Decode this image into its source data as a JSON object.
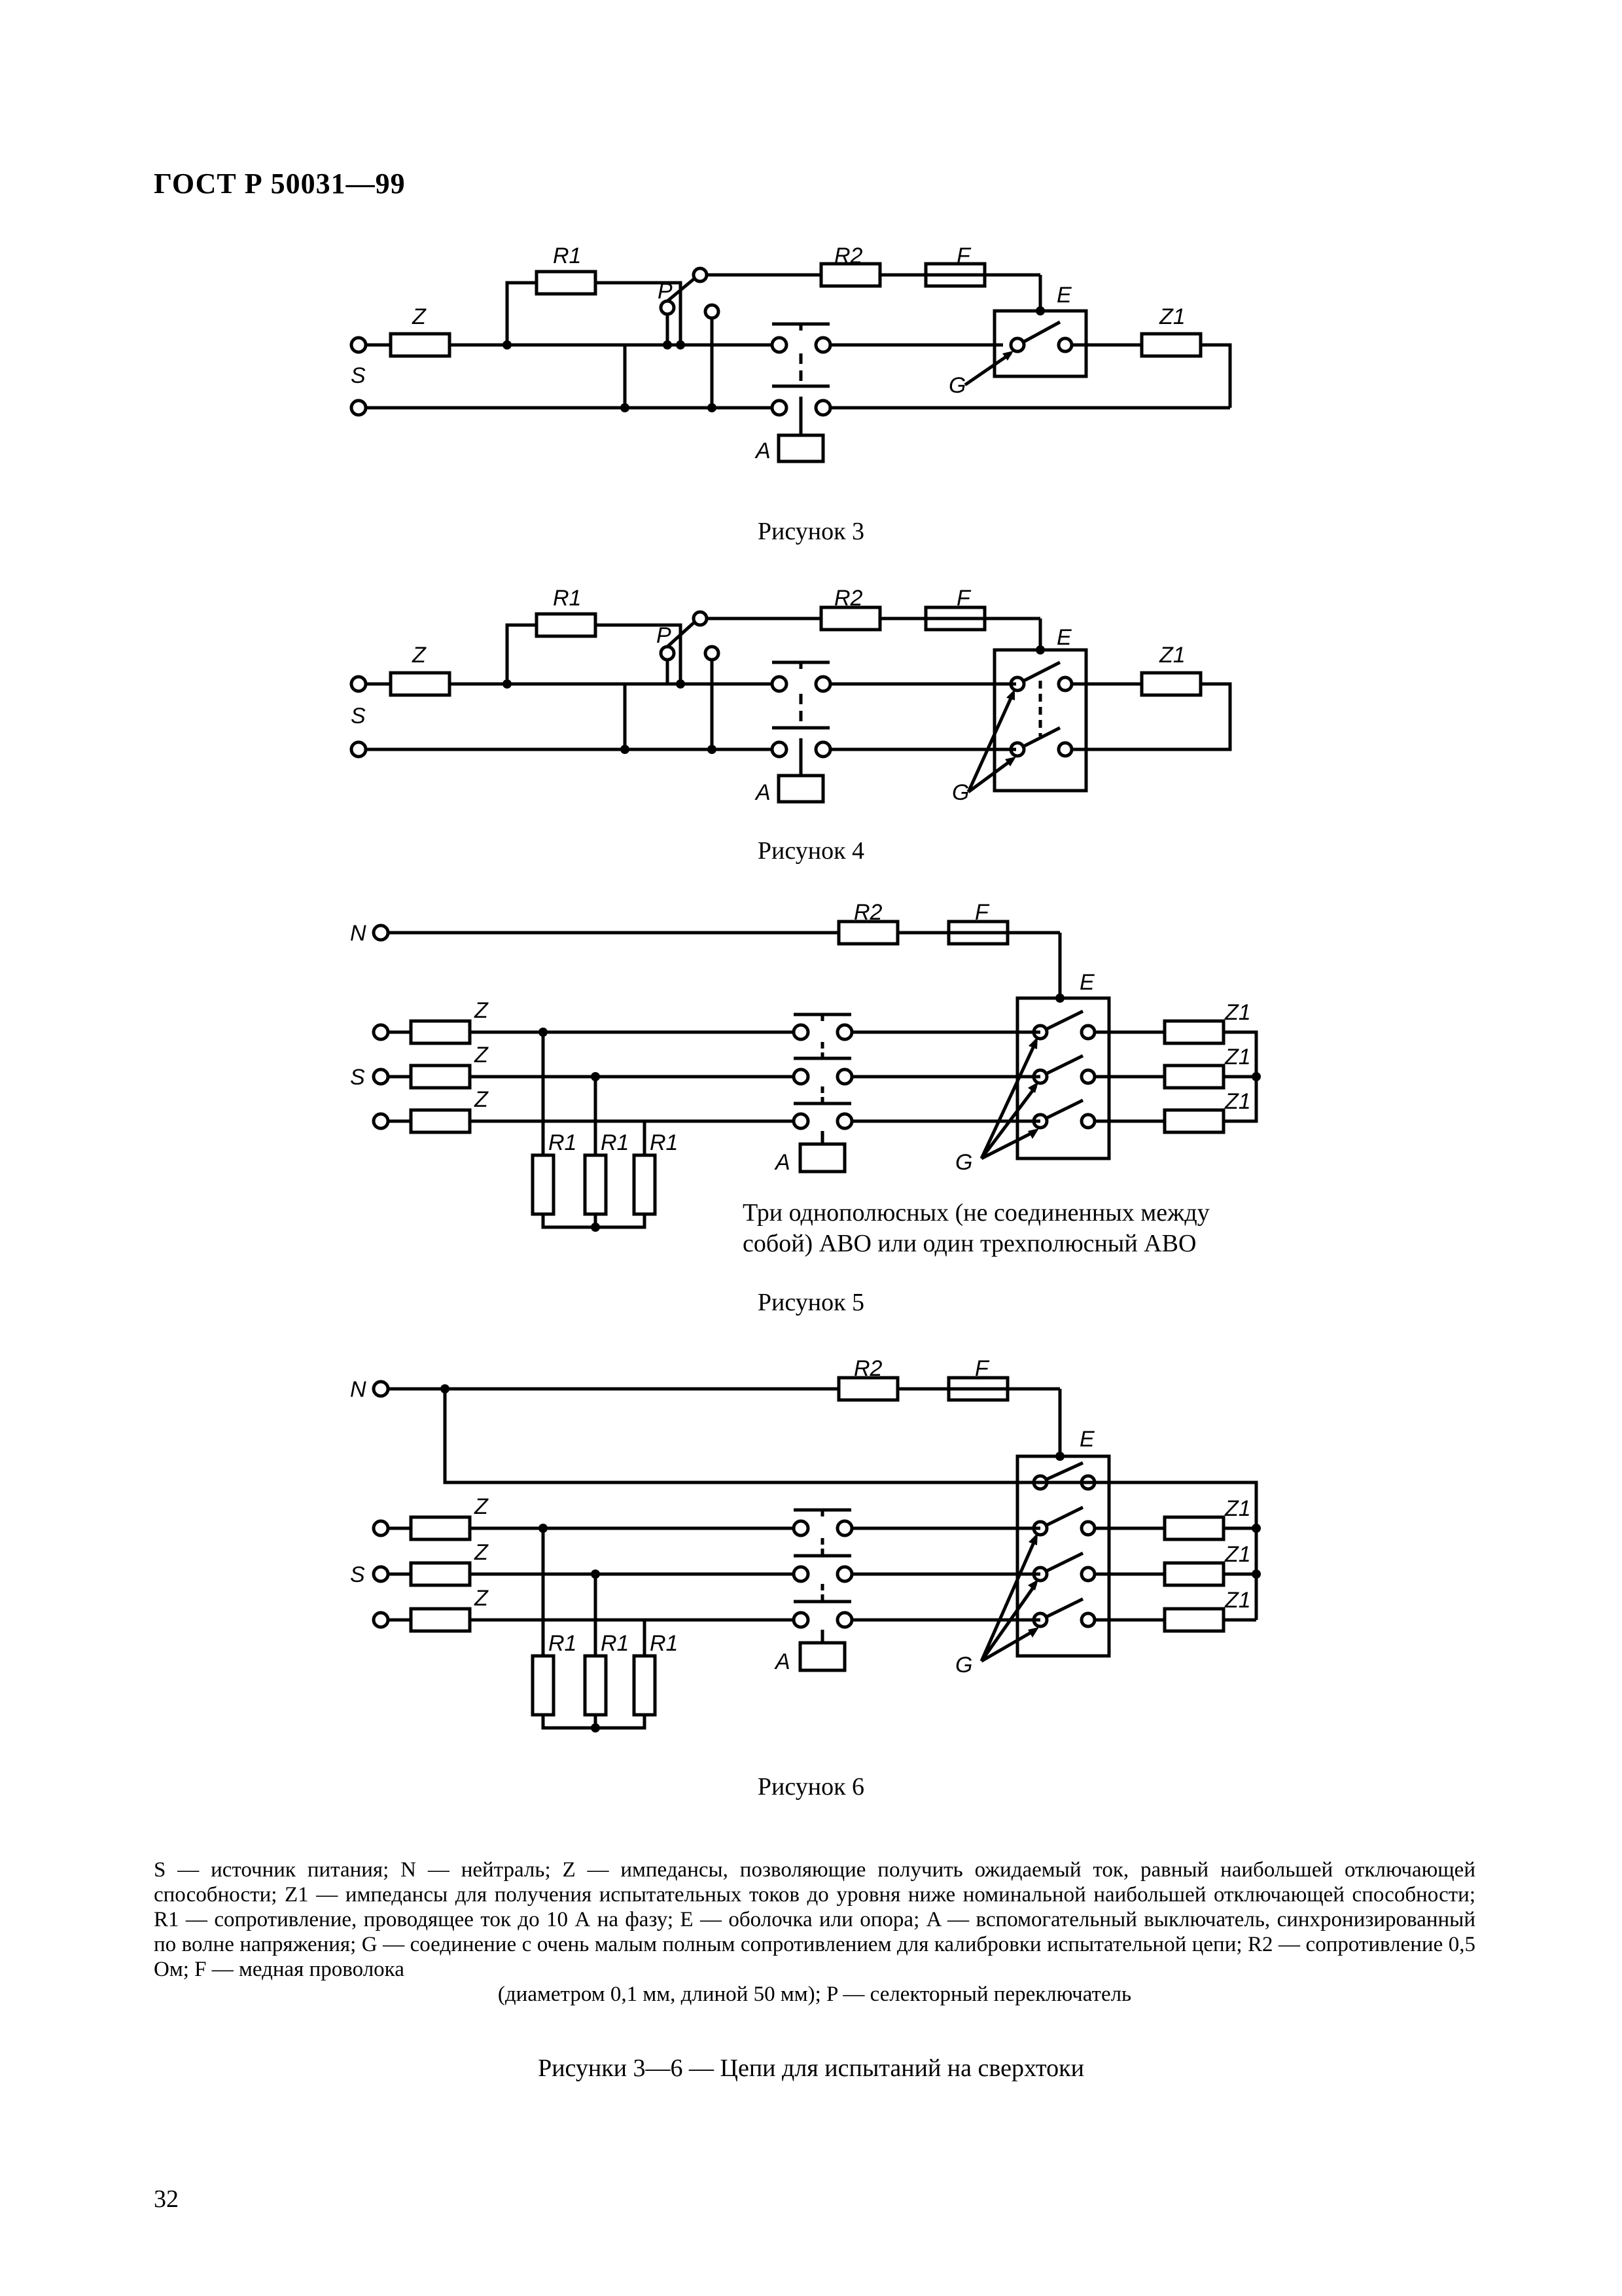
{
  "header": "ГОСТ Р 50031—99",
  "labels": {
    "R1": "R1",
    "R2": "R2",
    "F": "F",
    "Z": "Z",
    "Z1": "Z1",
    "S": "S",
    "N": "N",
    "P": "P",
    "E": "E",
    "G": "G",
    "A": "A"
  },
  "captions": {
    "fig3": "Рисунок 3",
    "fig4": "Рисунок 4",
    "fig5": "Рисунок 5",
    "fig6": "Рисунок 6"
  },
  "fig5_note": {
    "line1": "Три однополюсных (не соединенных между",
    "line2": "собой) АВО или один трехполюсный АВО"
  },
  "legend": {
    "body": "S — источник питания; N — нейтраль; Z — импедансы, позволяющие получить ожидаемый ток, равный наибольшей отключающей способности; Z1 — импедансы для получения испытательных токов до уровня ниже номинальной наибольшей отключающей способности; R1 — сопротивление, проводящее ток до 10 А на фазу; E — оболочка или опора; A — вспомогательный выключатель, синхронизированный по волне напряжения; G — соединение с очень малым полным сопротивлением для калибровки испытательной цепи; R2 — сопротивление 0,5 Ом; F — медная проволока",
    "last": "(диаметром 0,1 мм, длиной 50 мм); P — селекторный переключатель"
  },
  "final_caption": "Рисунки 3—6 — Цепи для испытаний на сверхтоки",
  "page_number": "32"
}
